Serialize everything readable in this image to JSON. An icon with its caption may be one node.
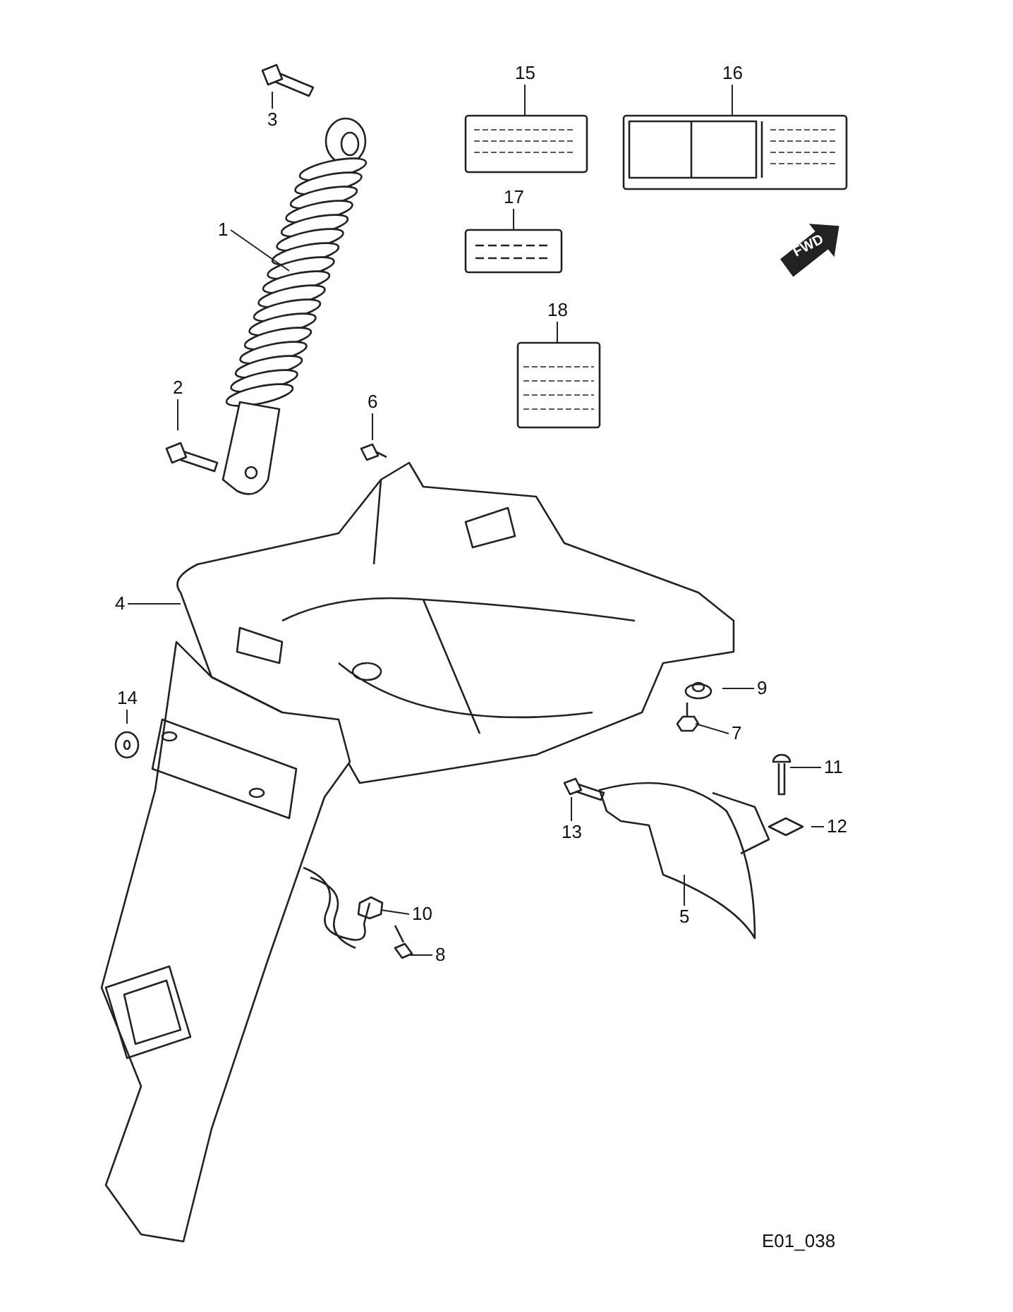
{
  "diagram": {
    "nodes": [
      {
        "text": [
          "3"
        ]
      },
      {
        "text": [
          "15"
        ]
      },
      {
        "text": [
          "16"
        ]
      },
      {
        "text": [
          "1"
        ]
      },
      {
        "text": [
          "17"
        ]
      },
      {
        "text": [
          "18"
        ]
      },
      {
        "text": [
          "2"
        ]
      },
      {
        "text": [
          "6"
        ]
      },
      {
        "text": [
          "4"
        ]
      },
      {
        "text": [
          "9"
        ]
      },
      {
        "text": [
          "14"
        ]
      },
      {
        "text": [
          "7"
        ]
      },
      {
        "text": [
          "11"
        ]
      },
      {
        "text": [
          "13"
        ]
      },
      {
        "text": [
          "12"
        ]
      },
      {
        "text": [
          "10"
        ]
      },
      {
        "text": [
          "5"
        ]
      },
      {
        "text": [
          "8"
        ]
      }
    ],
    "edges": [
      {
        "from": 0,
        "to": null,
        "arrow": "none"
      },
      {
        "from": 1,
        "to": null,
        "arrow": "none"
      },
      {
        "from": 2,
        "to": null,
        "arrow": "none"
      },
      {
        "from": 3,
        "to": null,
        "arrow": "none"
      },
      {
        "from": 4,
        "to": null,
        "arrow": "none"
      },
      {
        "from": 5,
        "to": null,
        "arrow": "none"
      },
      {
        "from": 6,
        "to": null,
        "arrow": "none"
      },
      {
        "from": 7,
        "to": null,
        "arrow": "none"
      },
      {
        "from": 8,
        "to": null,
        "arrow": "none"
      },
      {
        "from": 9,
        "to": null,
        "arrow": "none"
      },
      {
        "from": 10,
        "to": null,
        "arrow": "none"
      },
      {
        "from": 11,
        "to": null,
        "arrow": "none"
      },
      {
        "from": 12,
        "to": null,
        "arrow": "none"
      },
      {
        "from": 13,
        "to": null,
        "arrow": "none"
      },
      {
        "from": 14,
        "to": null,
        "arrow": "none"
      },
      {
        "from": 15,
        "to": null,
        "arrow": "none"
      },
      {
        "from": 16,
        "to": null,
        "arrow": "none"
      },
      {
        "from": 17,
        "to": null,
        "arrow": "none"
      }
    ],
    "labels": [
      "FWD",
      "E01_038"
    ]
  }
}
